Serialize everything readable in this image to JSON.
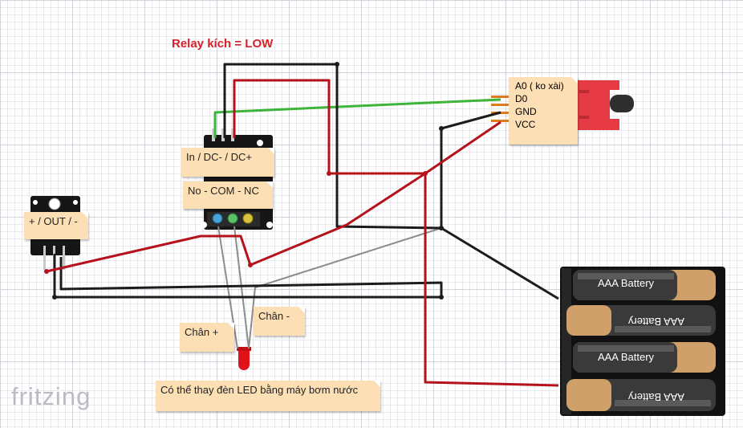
{
  "title": "Relay kích = LOW",
  "logo": "fritzing",
  "relay_notes": {
    "top": "In /  DC- / DC+",
    "bottom": "No - COM - NC"
  },
  "module_note": "+ / OUT / -",
  "ir_sensor": {
    "pins": [
      "A0 ( ko xài)",
      "D0",
      "GND",
      "VCC"
    ]
  },
  "led_notes": {
    "plus": "Chân +",
    "minus": "Chân -"
  },
  "footer_note": "Có thể thay đèn LED bằng máy bơm nước",
  "battery": {
    "cells": [
      "AAA Battery",
      "AAA Battery",
      "AAA Battery",
      "AAA Battery"
    ]
  },
  "wire_colors": {
    "red": "#b5121b",
    "black": "#1c1c1c",
    "green": "#3db53a",
    "gray": "#8c8c8c"
  }
}
